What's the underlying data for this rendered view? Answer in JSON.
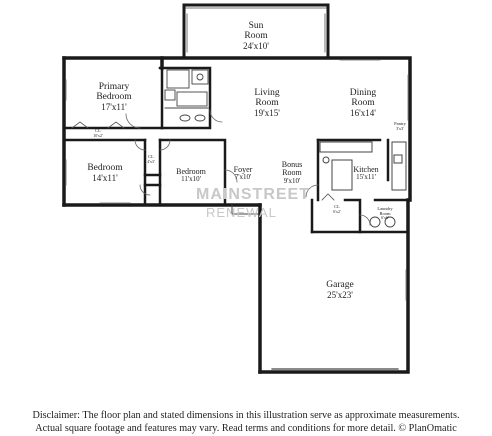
{
  "rooms": {
    "sun_room": {
      "name": "Sun",
      "name2": "Room",
      "dim": "24'x10'"
    },
    "primary_bedroom": {
      "name": "Primary",
      "name2": "Bedroom",
      "dim": "17'x11'"
    },
    "living_room": {
      "name": "Living",
      "name2": "Room",
      "dim": "19'x15'"
    },
    "dining_room": {
      "name": "Dining",
      "name2": "Room",
      "dim": "16'x14'"
    },
    "cl_primary": {
      "name": "CL",
      "dim": "10'x2'"
    },
    "pantry": {
      "name": "Pantry",
      "dim": "3'x3'"
    },
    "bedroom_1": {
      "name": "Bedroom",
      "dim": "14'x11'"
    },
    "cl_small": {
      "name": "CL",
      "dim": "4'x3'"
    },
    "bedroom_2": {
      "name": "Bedroom",
      "dim": "11'x10'"
    },
    "foyer": {
      "name": "Foyer",
      "dim": "7'x10'"
    },
    "bonus_room": {
      "name": "Bonus",
      "name2": "Room",
      "dim": "9'x10'"
    },
    "kitchen": {
      "name": "Kitchen",
      "dim": "15'x11'"
    },
    "cl_hall": {
      "name": "CL",
      "dim": "6'x2'"
    },
    "laundry_room": {
      "name": "Laundry",
      "name2": "Room",
      "dim": "6'x6'"
    },
    "garage": {
      "name": "Garage",
      "dim": "25'x23'"
    }
  },
  "watermark": {
    "line1": "MAINSTREET",
    "line2": "RENEWAL"
  },
  "disclaimer": {
    "line1": "Disclaimer: The floor plan and stated dimensions in this illustration serve as approximate measurements.",
    "line2": "Actual square footage and features may vary. Read terms and conditions for more detail. © PlanOmatic"
  }
}
